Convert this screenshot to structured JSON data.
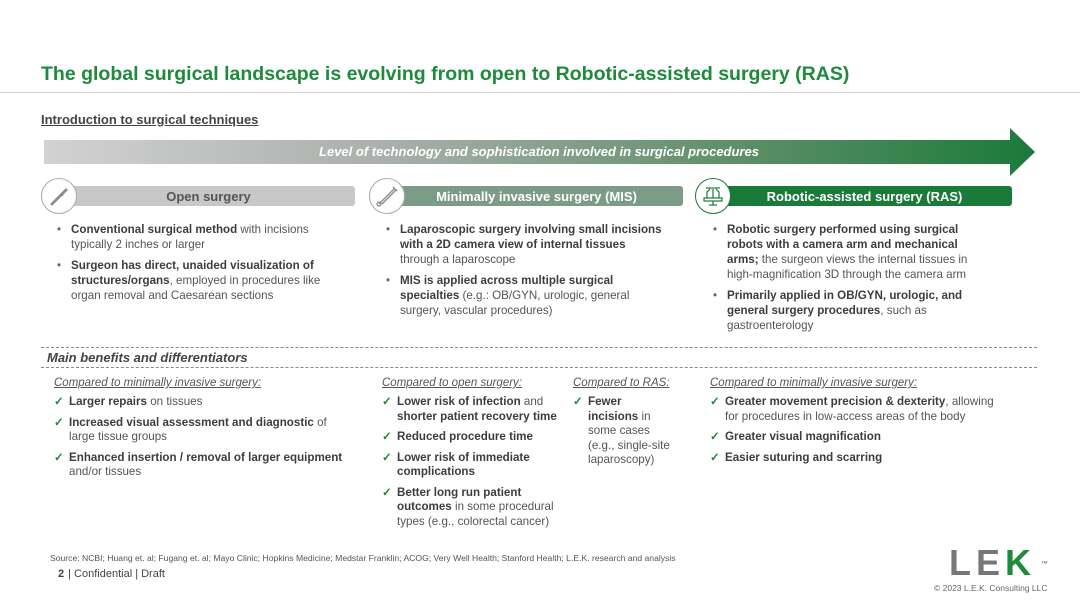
{
  "title": "The global surgical landscape is evolving from open to Robotic-assisted surgery (RAS)",
  "subtitle": "Introduction to surgical techniques",
  "arrow_label": "Level of technology and sophistication involved in surgical procedures",
  "columns": [
    {
      "header": "Open surgery",
      "icon": "scalpel-icon",
      "bullets": [
        {
          "bold": "Conventional surgical method",
          "rest": " with incisions typically 2 inches or larger"
        },
        {
          "bold": "Surgeon has direct, unaided visualization of structures/organs",
          "rest": ", employed in procedures like organ removal and Caesarean sections"
        }
      ]
    },
    {
      "header": "Minimally invasive surgery (MIS)",
      "icon": "laparoscopic-instrument-icon",
      "bullets": [
        {
          "bold": "Laparoscopic surgery involving small incisions with a 2D camera view of internal tissues",
          "rest": " through a laparoscope"
        },
        {
          "bold": "MIS is applied across multiple surgical specialties",
          "rest": " (e.g.: OB/GYN, urologic, general surgery, vascular procedures)"
        }
      ]
    },
    {
      "header": "Robotic-assisted surgery (RAS)",
      "icon": "surgical-robot-icon",
      "bullets": [
        {
          "bold": "Robotic surgery performed using surgical robots with a camera arm and mechanical arms;",
          "rest": " the surgeon views the internal tissues in high-magnification 3D through the camera arm"
        },
        {
          "bold": "Primarily applied in OB/GYN, urologic, and general surgery procedures",
          "rest": ", such as gastroenterology"
        }
      ]
    }
  ],
  "benefits_heading": "Main benefits and differentiators",
  "benefits": [
    {
      "compared": "Compared to minimally invasive surgery:",
      "items": [
        {
          "bold": "Larger repairs",
          "rest": " on tissues"
        },
        {
          "bold": "Increased visual assessment and diagnostic",
          "rest": " of large tissue groups"
        },
        {
          "bold": "Enhanced insertion / removal of larger equipment",
          "rest": " and/or tissues"
        }
      ]
    },
    {
      "compared": "Compared to open surgery:",
      "items": [
        {
          "bold": "Lower risk of infection",
          "rest": " and "
        },
        {
          "bold": "Reduced procedure time",
          "rest": ""
        },
        {
          "bold": "Lower risk of immediate complications",
          "rest": ""
        },
        {
          "bold": "Better long run patient outcomes",
          "rest": " in some procedural types (e.g., colorectal cancer)"
        }
      ],
      "item0_bold2": "shorter patient recovery time"
    },
    {
      "compared": "Compared to RAS:",
      "items": [
        {
          "bold": "Fewer incisions",
          "rest": " in some cases (e.g., single-site laparoscopy)"
        }
      ]
    },
    {
      "compared": "Compared to minimally invasive surgery:",
      "items": [
        {
          "bold": "Greater movement precision & dexterity",
          "rest": ", allowing for procedures in low-access areas of the body"
        },
        {
          "bold": "Greater visual magnification",
          "rest": ""
        },
        {
          "bold": "Easier suturing and scarring",
          "rest": ""
        }
      ]
    }
  ],
  "source": "Source: NCBI; Huang et. al; Fugang et. al; Mayo Clinic; Hopkins Medicine; Medstar Franklin; ACOG; Very Well Health; Stanford Health;  L.E.K. research and analysis",
  "footer": {
    "page": "2",
    "text": "| Confidential | Draft"
  },
  "logo": {
    "le": "LE",
    "k": "K",
    "tm": "™"
  },
  "copyright": "© 2023 L.E.K. Consulting LLC",
  "colors": {
    "brand_green": "#1e8a3c",
    "mis_header": "#7d9c85",
    "ras_header": "#1a7a3a",
    "open_header": "#c8c8c8"
  }
}
